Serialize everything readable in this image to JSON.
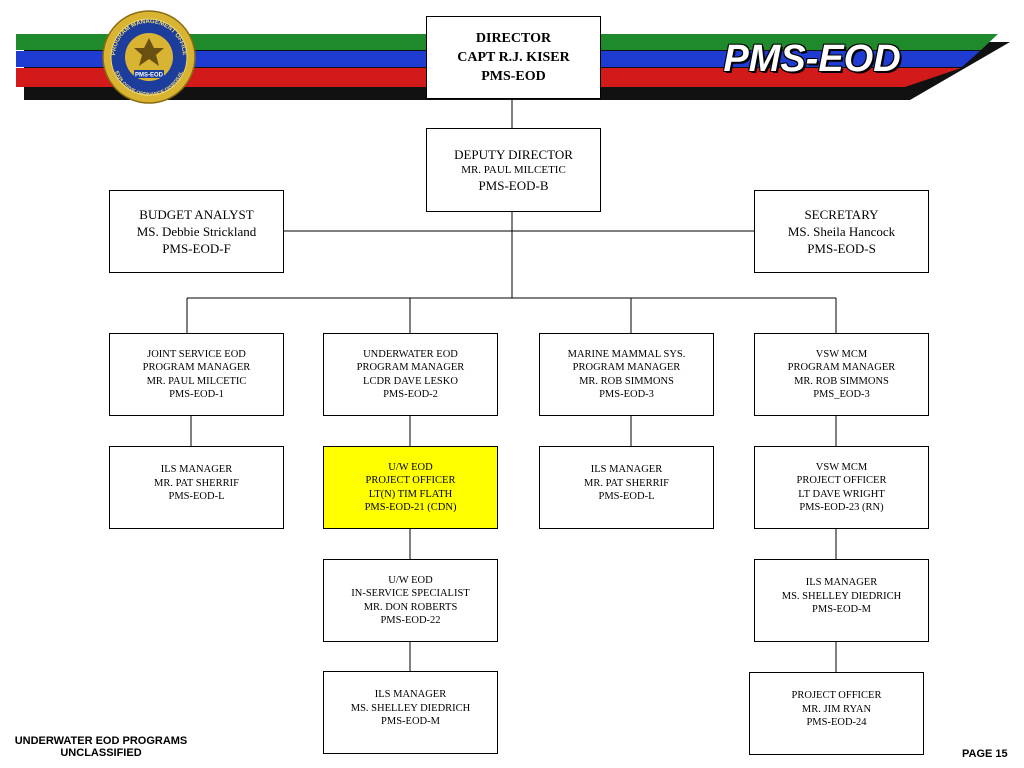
{
  "brand": {
    "title": "PMS-EOD",
    "seal_text_top": "PROGRAM MANAGEMENT OFFICE",
    "seal_text_bottom": "EXPLOSIVE ORDNANCE DISPOSAL",
    "seal_center": "PMS-EOD"
  },
  "colors": {
    "green_stripe": "#1e8a2c",
    "blue_stripe": "#1e3cd2",
    "red_stripe": "#d21a1a",
    "highlight": "#ffff00",
    "seal_gold": "#d8b432",
    "seal_blue": "#1c3d9c"
  },
  "org": {
    "director": [
      "DIRECTOR",
      "CAPT R.J. KISER",
      "PMS-EOD"
    ],
    "deputy": [
      "DEPUTY DIRECTOR",
      "MR. PAUL MILCETIC",
      "PMS-EOD-B"
    ],
    "budget": [
      "BUDGET ANALYST",
      "MS. Debbie Strickland",
      "PMS-EOD-F"
    ],
    "secretary": [
      "SECRETARY",
      "MS. Sheila Hancock",
      "PMS-EOD-S"
    ],
    "pm_joint": [
      "JOINT SERVICE EOD",
      "PROGRAM MANAGER",
      "MR. PAUL MILCETIC",
      "PMS-EOD-1"
    ],
    "pm_underwater": [
      "UNDERWATER EOD",
      "PROGRAM MANAGER",
      "LCDR DAVE LESKO",
      "PMS-EOD-2"
    ],
    "pm_marine": [
      "MARINE MAMMAL SYS.",
      "PROGRAM MANAGER",
      "MR. ROB SIMMONS",
      "PMS-EOD-3"
    ],
    "pm_vsw": [
      "VSW MCM",
      "PROGRAM MANAGER",
      "MR. ROB SIMMONS",
      "PMS_EOD-3"
    ],
    "ils_joint": [
      "ILS MANAGER",
      "MR. PAT SHERRIF",
      "PMS-EOD-L"
    ],
    "uw_project": [
      "U/W EOD",
      "PROJECT OFFICER",
      "LT(N) TIM FLATH",
      "PMS-EOD-21 (CDN)"
    ],
    "ils_marine": [
      "ILS MANAGER",
      "MR. PAT SHERRIF",
      "PMS-EOD-L"
    ],
    "vsw_project": [
      "VSW MCM",
      "PROJECT OFFICER",
      "LT  DAVE WRIGHT",
      "PMS-EOD-23 (RN)"
    ],
    "uw_inservice": [
      "U/W EOD",
      "IN-SERVICE SPECIALIST",
      "MR. DON ROBERTS",
      "PMS-EOD-22"
    ],
    "ils_vsw": [
      "ILS MANAGER",
      "MS. SHELLEY DIEDRICH",
      "PMS-EOD-M"
    ],
    "ils_uw": [
      "ILS MANAGER",
      "MS. SHELLEY DIEDRICH",
      "PMS-EOD-M"
    ],
    "project_24": [
      "PROJECT OFFICER",
      "MR. JIM RYAN",
      "PMS-EOD-24"
    ]
  },
  "footer": {
    "line1": "UNDERWATER EOD PROGRAMS",
    "line2": "UNCLASSIFIED",
    "page": "PAGE 15"
  }
}
